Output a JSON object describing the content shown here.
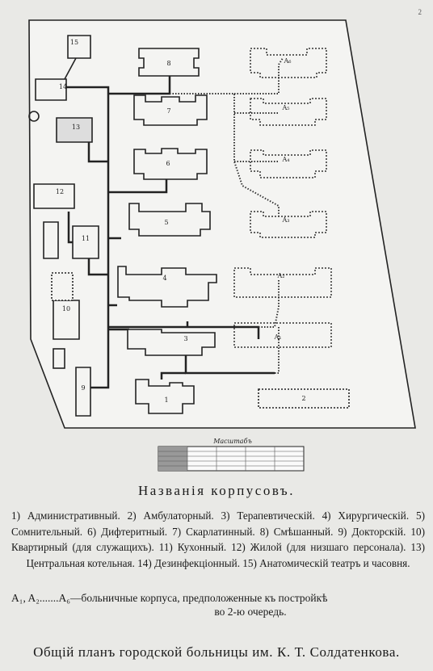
{
  "page_mark": "2",
  "legend_title": "Названія корпусовъ.",
  "legend_text": "1) Административный. 2) Амбулаторный. 3) Терапевтическій. 4) Хирургическій. 5) Сомнительный. 6) Дифтеритный. 7) Скарлатинный. 8) Смѣшанный. 9) Докторскій. 10) Квартирный (для служащихъ). 11) Кухонный. 12) Жилой (для низшаго персонала). 13) Центральная котельная. 14) Дезинфекціонный. 15) Анатомическій театръ и часовня.",
  "note_line1": "A₁, A₂.......A₆—больничные корпуса, предположенные къ постройкѣ",
  "note_line2": "во 2-ю очередь.",
  "main_caption": "Общій планъ городской больницы им. К. Т. Солдатенкова.",
  "scale_label": "Масштабъ",
  "building_labels": {
    "b1": "1",
    "b2": "2",
    "b3": "3",
    "b4": "4",
    "b5": "5",
    "b6": "6",
    "b7": "7",
    "b8": "8",
    "b9": "9",
    "b10": "10",
    "b11": "11",
    "b12": "12",
    "b13": "13",
    "b14": "14",
    "b15": "15",
    "a1": "A₁",
    "a2": "A₂",
    "a3": "A₃",
    "a4": "A₄",
    "a5": "A₅",
    "a6": "A₆"
  },
  "colors": {
    "paper": "#e9e9e6",
    "ink": "#1a1a1a",
    "plot": "#f4f4f2"
  }
}
